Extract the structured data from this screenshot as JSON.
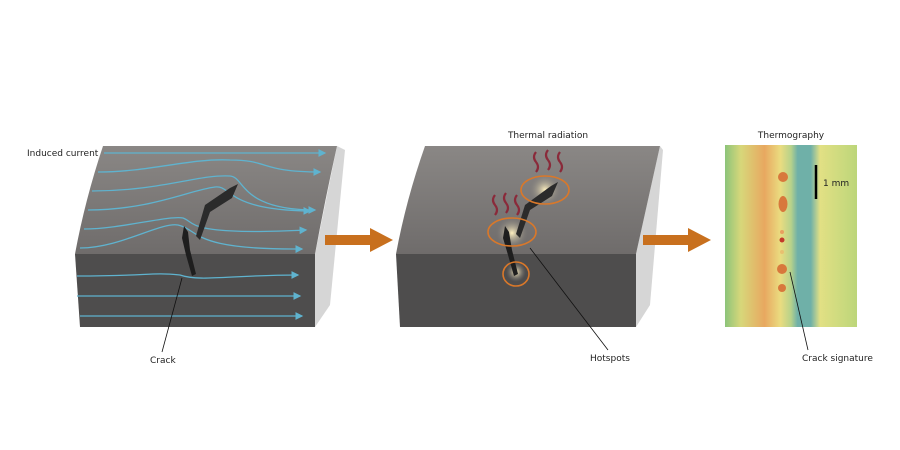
{
  "labels": {
    "induced_current": "Induced current",
    "crack": "Crack",
    "thermal_radiation": "Thermal radiation",
    "hotspots": "Hotspots",
    "thermography": "Thermography",
    "scale": "1 mm",
    "crack_signature": "Crack signature"
  },
  "colors": {
    "current": "#5fb3cf",
    "arrow": "#c8701e",
    "hotspot_ring": "#d9782a",
    "heat_wave": "#8a2a3a",
    "top_face": "#7e7a78",
    "front_face": "#4e4d4d",
    "side_face": "#d6d6d6"
  }
}
